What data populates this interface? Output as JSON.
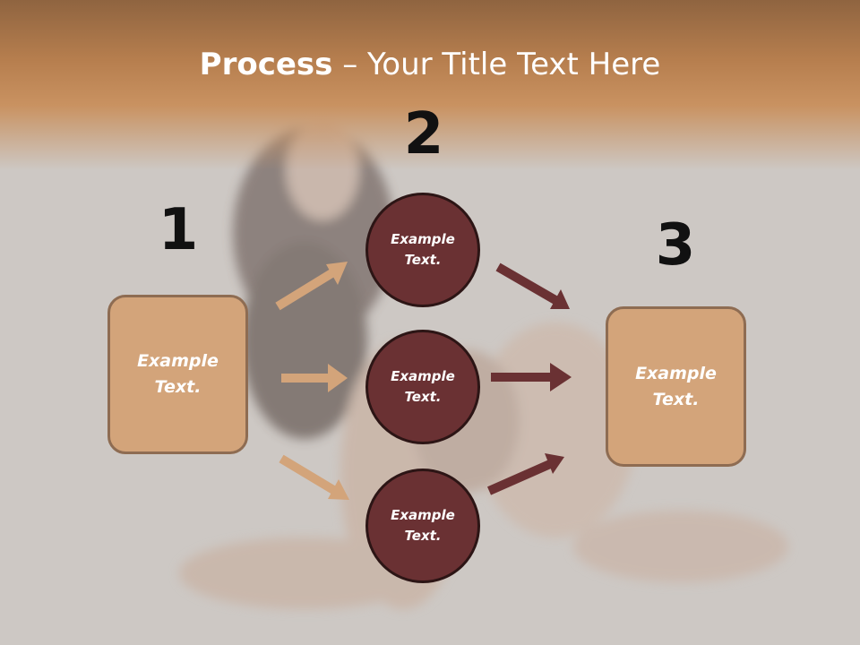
{
  "title": {
    "bold": "Process",
    "separator": " – ",
    "rest": "Your Title Text Here"
  },
  "steps": [
    {
      "number": "1",
      "box_text": "Example Text."
    },
    {
      "number": "2",
      "circles": [
        "Example Text.",
        "Example Text.",
        "Example Text."
      ]
    },
    {
      "number": "3",
      "box_text": "Example Text."
    }
  ],
  "colors": {
    "header": "#c99261",
    "box_fill": "#d3a47a",
    "box_border": "#8e6c52",
    "circle_fill": "#6a3133",
    "arrow_light": "#d3a47a",
    "arrow_dark": "#6a3133"
  }
}
